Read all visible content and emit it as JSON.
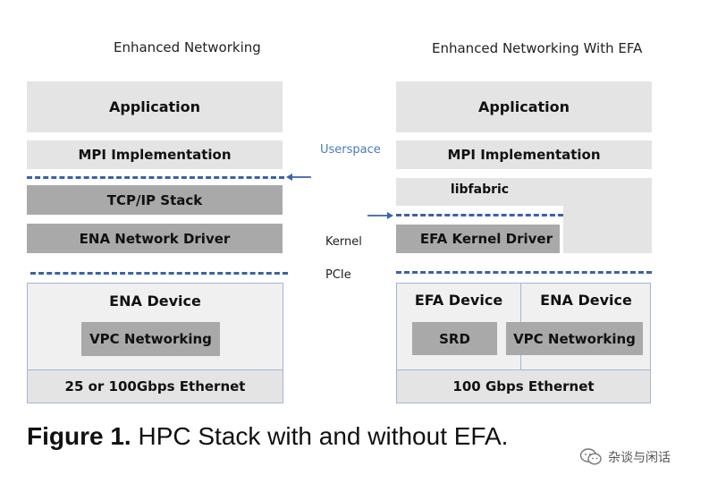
{
  "left": {
    "title": "Enhanced Networking",
    "application": "Application",
    "mpi": "MPI Implementation",
    "tcpip": "TCP/IP Stack",
    "driver": "ENA Network Driver",
    "device": "ENA Device",
    "vpc": "VPC Networking",
    "ethernet": "25 or 100Gbps Ethernet"
  },
  "right": {
    "title": "Enhanced Networking With EFA",
    "application": "Application",
    "mpi": "MPI Implementation",
    "libfabric": "libfabric",
    "driver": "EFA Kernel Driver",
    "efa_device": "EFA Device",
    "ena_device": "ENA Device",
    "srd": "SRD",
    "vpc": "VPC Networking",
    "ethernet": "100 Gbps Ethernet"
  },
  "layers": {
    "userspace": "Userspace",
    "kernel": "Kernel",
    "pcie": "PCIe"
  },
  "colors": {
    "dash": "#3a62a8",
    "userspace_text": "#4a78c2",
    "light_box": "#e4e4e4",
    "dark_box": "#a9a9a9"
  },
  "caption": {
    "figure": "Figure 1.",
    "text": " HPC Stack with and without EFA."
  },
  "watermark": {
    "icon": "wechat-icon",
    "text": "杂谈与闲话"
  }
}
